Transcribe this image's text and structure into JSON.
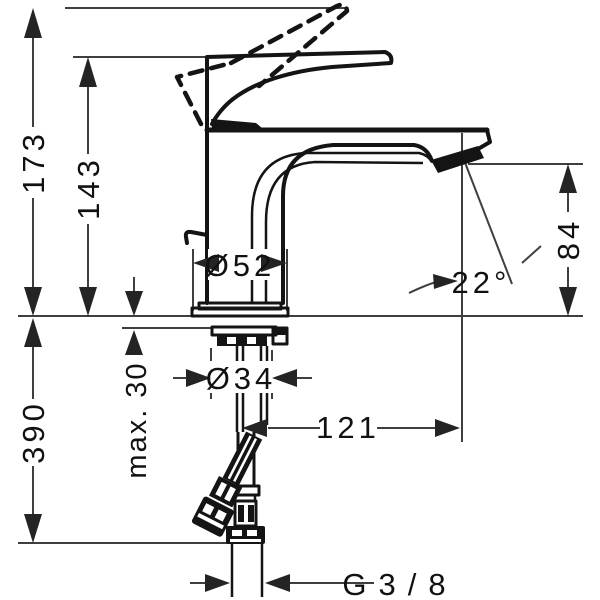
{
  "drawing": {
    "labels": {
      "total_height": "173",
      "spout_handle_height": "143",
      "below_deck_length": "390",
      "max_deck_thickness": "max. 30",
      "base_diameter": "Ø52",
      "shank_diameter": "Ø34",
      "spout_height": "84",
      "spray_angle": "22°",
      "spout_reach": "121",
      "hose_thread": "G3/8"
    }
  }
}
